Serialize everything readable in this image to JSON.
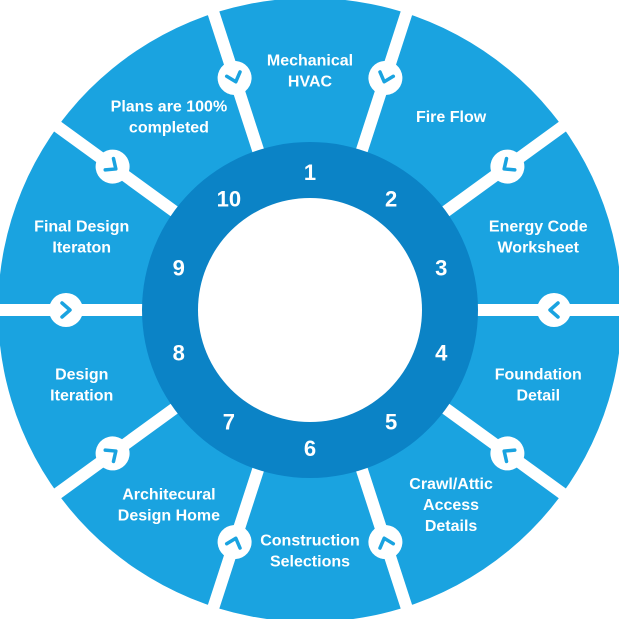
{
  "colors": {
    "outer_ring": "#1aa3e0",
    "inner_ring": "#0b83c6",
    "hub": "#ffffff",
    "divider": "#ffffff",
    "text": "#ffffff"
  },
  "steps": [
    {
      "number": "1",
      "label_lines": [
        "Mechanical",
        "HVAC"
      ]
    },
    {
      "number": "2",
      "label_lines": [
        "Fire Flow"
      ]
    },
    {
      "number": "3",
      "label_lines": [
        "Energy Code",
        "Worksheet"
      ]
    },
    {
      "number": "4",
      "label_lines": [
        "Foundation",
        "Detail"
      ]
    },
    {
      "number": "5",
      "label_lines": [
        "Crawl/Attic",
        "Access",
        "Details"
      ]
    },
    {
      "number": "6",
      "label_lines": [
        "Construction",
        "Selections"
      ]
    },
    {
      "number": "7",
      "label_lines": [
        "Architecural",
        "Design Home"
      ]
    },
    {
      "number": "8",
      "label_lines": [
        "Design",
        "Iteration"
      ]
    },
    {
      "number": "9",
      "label_lines": [
        "Final Design",
        "Iteraton"
      ]
    },
    {
      "number": "10",
      "label_lines": [
        "Plans are 100%",
        "completed"
      ]
    }
  ],
  "connector_icon": "chevron-arrow-icon"
}
